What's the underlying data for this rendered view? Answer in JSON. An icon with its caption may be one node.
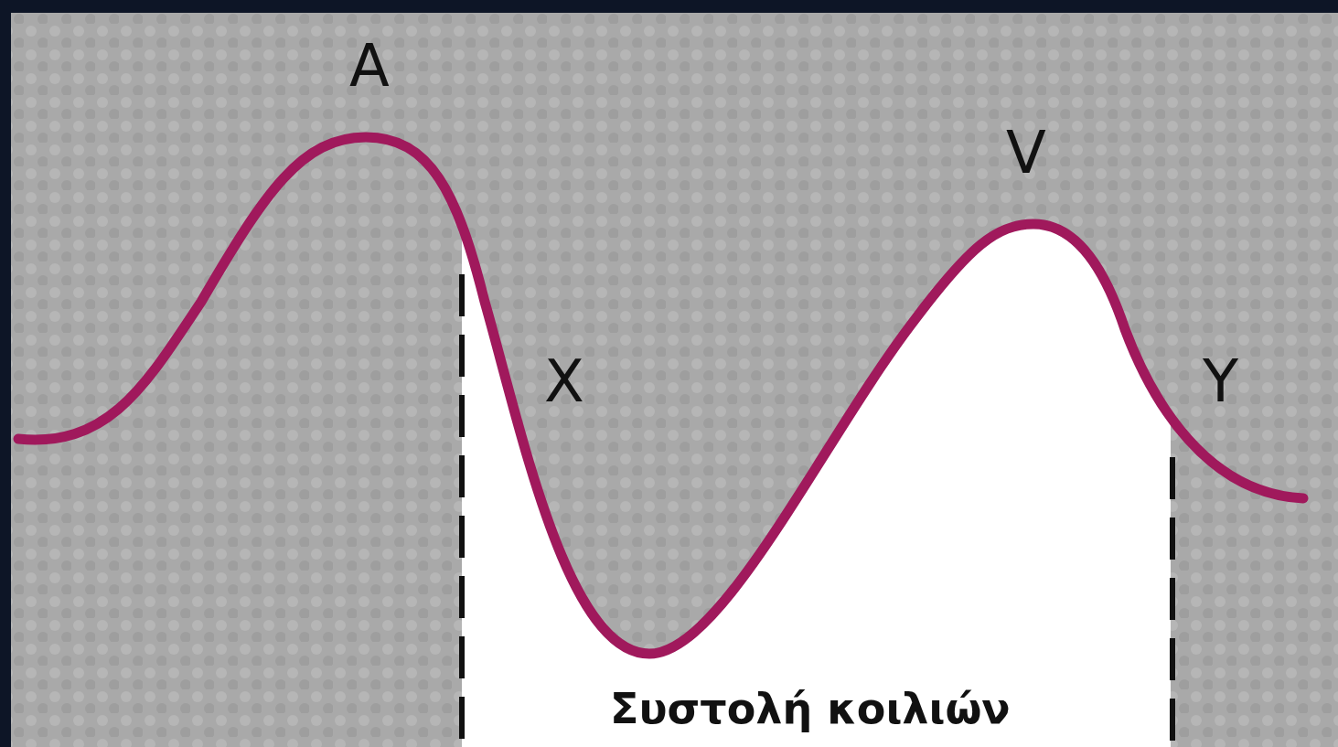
{
  "diagram": {
    "labels": [
      "A",
      "V",
      "X",
      "Y",
      "Συστολή κοιλιών"
    ]
  }
}
